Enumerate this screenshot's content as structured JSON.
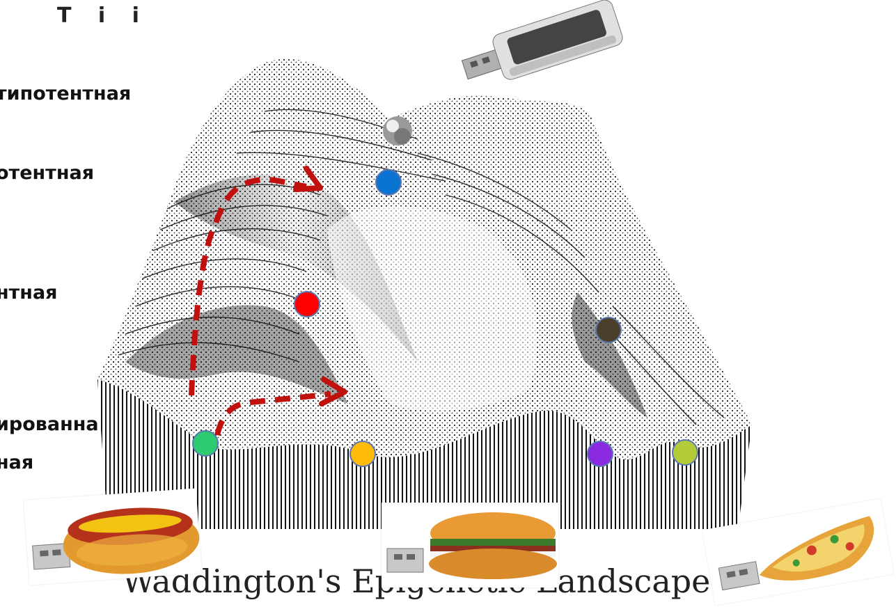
{
  "labels": {
    "totipotent": "типотентная",
    "pluripotent": "отентная",
    "multipotent": "нтная",
    "differentiated_line1": "ированна",
    "differentiated_line2": "ная",
    "top_fragment": "T  i  i"
  },
  "caption": "Waddington's Epigenetic Landscape",
  "marbles": [
    {
      "id": "marble-top",
      "color": "#0b73d1"
    },
    {
      "id": "marble-mid",
      "color": "#ff0000"
    },
    {
      "id": "marble-right-mid",
      "color": "#4a3f2a"
    },
    {
      "id": "marble-green",
      "color": "#2ecc71"
    },
    {
      "id": "marble-yellow",
      "color": "#ffba0a"
    },
    {
      "id": "marble-purple",
      "color": "#8a2be2"
    },
    {
      "id": "marble-lime",
      "color": "#b5cc3a"
    }
  ],
  "icons": {
    "usb_stick": "usb-flash-drive-icon",
    "hotdog": "hotdog-usb-icon",
    "sandwich": "sandwich-usb-icon",
    "pizza": "pizza-usb-icon"
  },
  "colors": {
    "arrow": "#c0110f",
    "ink": "#111111"
  }
}
